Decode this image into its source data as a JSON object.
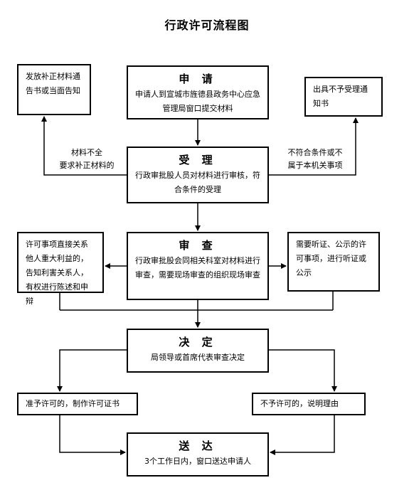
{
  "title": "行政许可流程图",
  "nodes": {
    "apply": {
      "head": "申 请",
      "body": "申请人到宣城市旌德县政务中心应急管理局窗口提交材料"
    },
    "accept": {
      "head": "受 理",
      "body": "行政审批股人员对材料进行审核，符合条件的受理"
    },
    "review": {
      "head": "审 查",
      "body": "行政审批股会同相关科室对材料进行审查，需要现场审查的组织现场审查"
    },
    "decide": {
      "head": "决 定",
      "body": "局领导或首席代表审查决定"
    },
    "deliver": {
      "head": "送 达",
      "body": "3个工作日内，窗口送达申请人"
    }
  },
  "side_boxes": {
    "correction_notice": "发放补正材料通告书或当面告知",
    "reject_notice": "出具不予受理通知书",
    "stakeholder": "许可事项直接关系他人重大利益的，告知利害关系人，有权进行陈述和申辩",
    "hearing": "需要听证、公示的许可事项，进行听证或公示",
    "approve": "准予许可的，制作许可证书",
    "deny": "不予许可的，说明理由"
  },
  "edge_labels": {
    "incomplete_line1": "材料不全",
    "incomplete_line2": "要求补正材料的",
    "nonconform_line1": "不符合条件或不",
    "nonconform_line2": "属于本机关事项"
  }
}
